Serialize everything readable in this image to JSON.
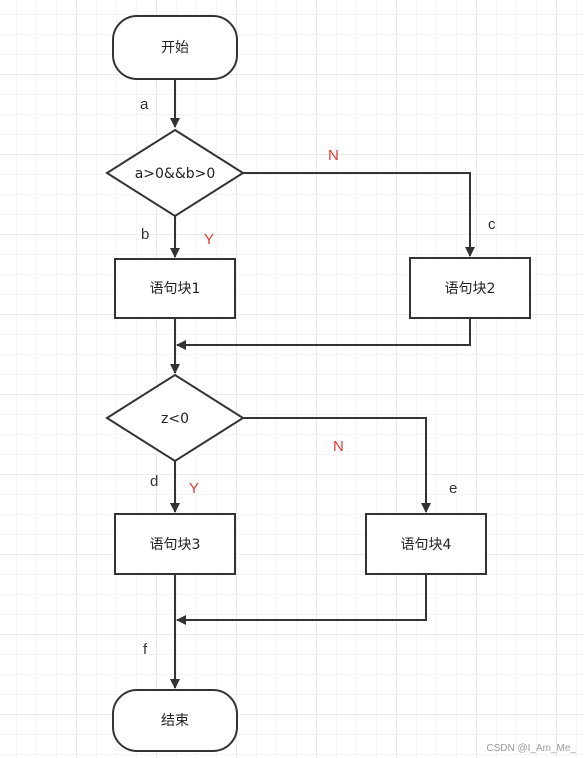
{
  "nodes": {
    "start": "开始",
    "cond1": "a>0&&b>0",
    "block1": "语句块1",
    "block2": "语句块2",
    "cond2": "z<0",
    "block3": "语句块3",
    "block4": "语句块4",
    "end": "结束"
  },
  "edge_labels": {
    "a": "a",
    "b": "b",
    "c": "c",
    "d": "d",
    "e": "e",
    "f": "f"
  },
  "branch_labels": {
    "cond1_yes": "Y",
    "cond1_no": "N",
    "cond2_yes": "Y",
    "cond2_no": "N"
  },
  "colors": {
    "branch_label": "#e53935",
    "stroke": "#333333",
    "grid": "#ebebeb"
  },
  "watermark": "CSDN @I_Am_Me_"
}
